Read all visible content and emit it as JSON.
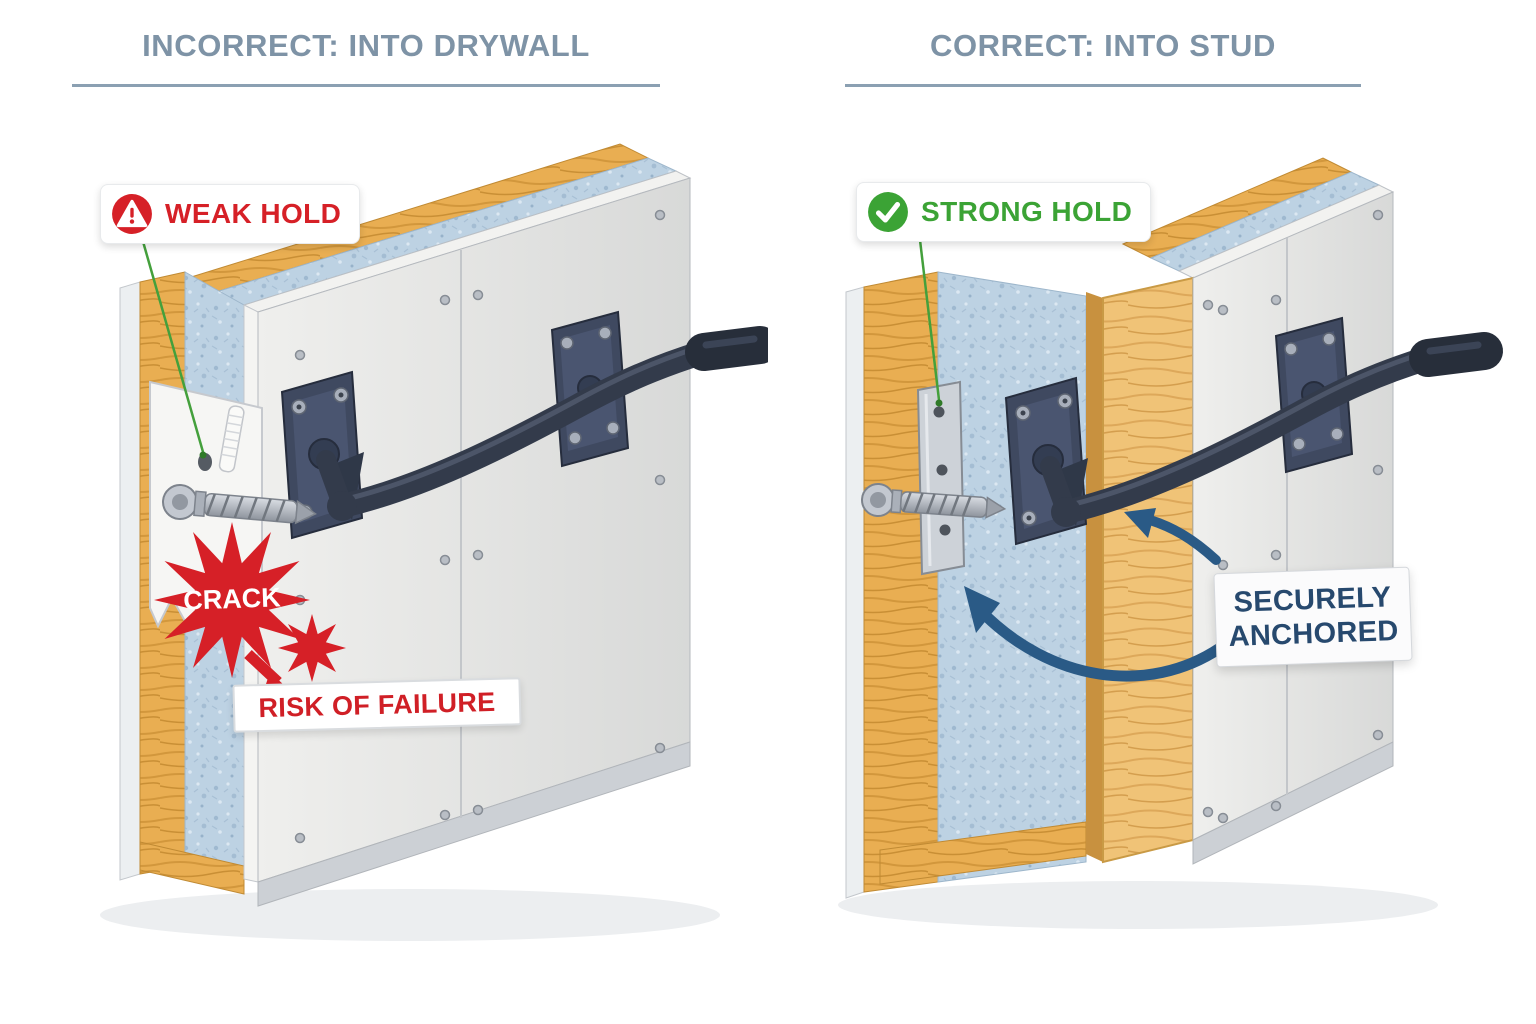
{
  "page": {
    "background": "#ffffff"
  },
  "colors": {
    "title_text": "#7e93a6",
    "title_underline": "#8ba0b2",
    "danger_red": "#d62027",
    "success_green": "#3ba335",
    "anchored_blue": "#27496e",
    "arrow_blue": "#2a5a86",
    "wood": "#e9ae52",
    "insulation": "#bdd2e3",
    "bar_metal_dark": "#333b4b"
  },
  "left_panel": {
    "title": "INCORRECT: INTO DRYWALL",
    "badge": {
      "icon": "warning-triangle-icon",
      "label": "WEAK HOLD"
    },
    "crack_label": "CRACK",
    "risk_label": "RISK OF FAILURE"
  },
  "right_panel": {
    "title": "CORRECT: INTO STUD",
    "badge": {
      "icon": "check-circle-icon",
      "label": "STRONG HOLD"
    },
    "anchored_label": "SECURELY ANCHORED"
  }
}
